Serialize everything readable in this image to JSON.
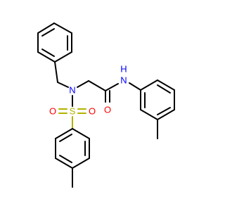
{
  "molecule": {
    "atoms": {
      "nitrogen_sulfonamide": "N",
      "nitrogen_amide": "N",
      "hydrogen_amide": "H",
      "sulfur": "S",
      "oxygen_sulfonyl_left": "O",
      "oxygen_sulfonyl_right": "O",
      "oxygen_carbonyl": "O"
    },
    "colors": {
      "bond": "#000000",
      "nitrogen": "#0000ff",
      "oxygen": "#ff0000",
      "sulfur": "#b2b200"
    }
  }
}
